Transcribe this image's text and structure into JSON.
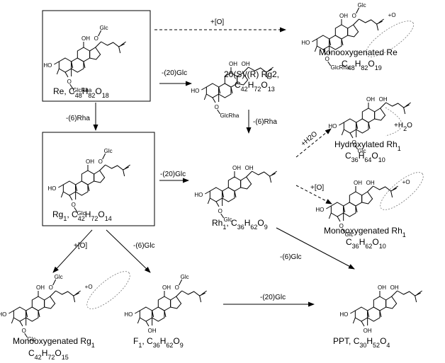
{
  "compounds": {
    "re": {
      "name": "Re, ",
      "formula": "C48H82O18",
      "sugar6": "GlcRha",
      "sugar20": "Glc"
    },
    "rg2": {
      "name": "20(S)/(R) Rg2,",
      "formula": "C42H72O13",
      "sugar6": "GlcRha"
    },
    "mox_re": {
      "name": "Monooxygenated Re",
      "formula": "C48H82O19",
      "sugar6": "GlcRha",
      "sugar20": "Glc",
      "mark": "+O"
    },
    "hyd_rh1": {
      "name": "Hydroxylated Rh1",
      "formula": "C36H64O10",
      "sugar6": "Glc",
      "mark": "+H2O"
    },
    "mox_rh1": {
      "name": "Monooxygenated  Rh1",
      "formula": "C36H62O10",
      "sugar6": "Glc",
      "mark": "+O"
    },
    "rg1": {
      "name": "Rg1, ",
      "formula": "C42H72O14",
      "sugar6": "Glc",
      "sugar20": "Glc"
    },
    "rh1": {
      "name": "Rh1, ",
      "formula": "C36H62O9",
      "sugar6": "Glc"
    },
    "mox_rg1": {
      "name": "Monooxygenated  Rg1",
      "formula": "C42H72O15",
      "sugar6": "Glc",
      "sugar20": "Glc",
      "mark": "+O"
    },
    "f1": {
      "name": "F1, ",
      "formula": "C36H62O9",
      "sugar20": "Glc"
    },
    "ppt": {
      "name": "PPT, ",
      "formula": "C30H52O4"
    }
  },
  "arrows": {
    "re_to_moxre": "+[O]",
    "re_to_rg2": "-(20)Glc",
    "re_to_rg1": "-(6)Rha",
    "rg2_to_rh1": "-(6)Rha",
    "rg1_to_rh1": "-(20)Glc",
    "rh1_to_hyd": "+H2O",
    "rh1_to_moxrh1": "+[O]",
    "rg1_to_moxrg1": "+[O]",
    "rg1_to_f1": "-(6)Glc",
    "rh1_to_ppt": "-(6)Glc",
    "f1_to_ppt": "-(20)Glc"
  },
  "atom_labels": {
    "oh": "OH",
    "ho": "HO",
    "o": "O",
    "h2o_mark": "+H2O",
    "o_mark": "+O"
  }
}
